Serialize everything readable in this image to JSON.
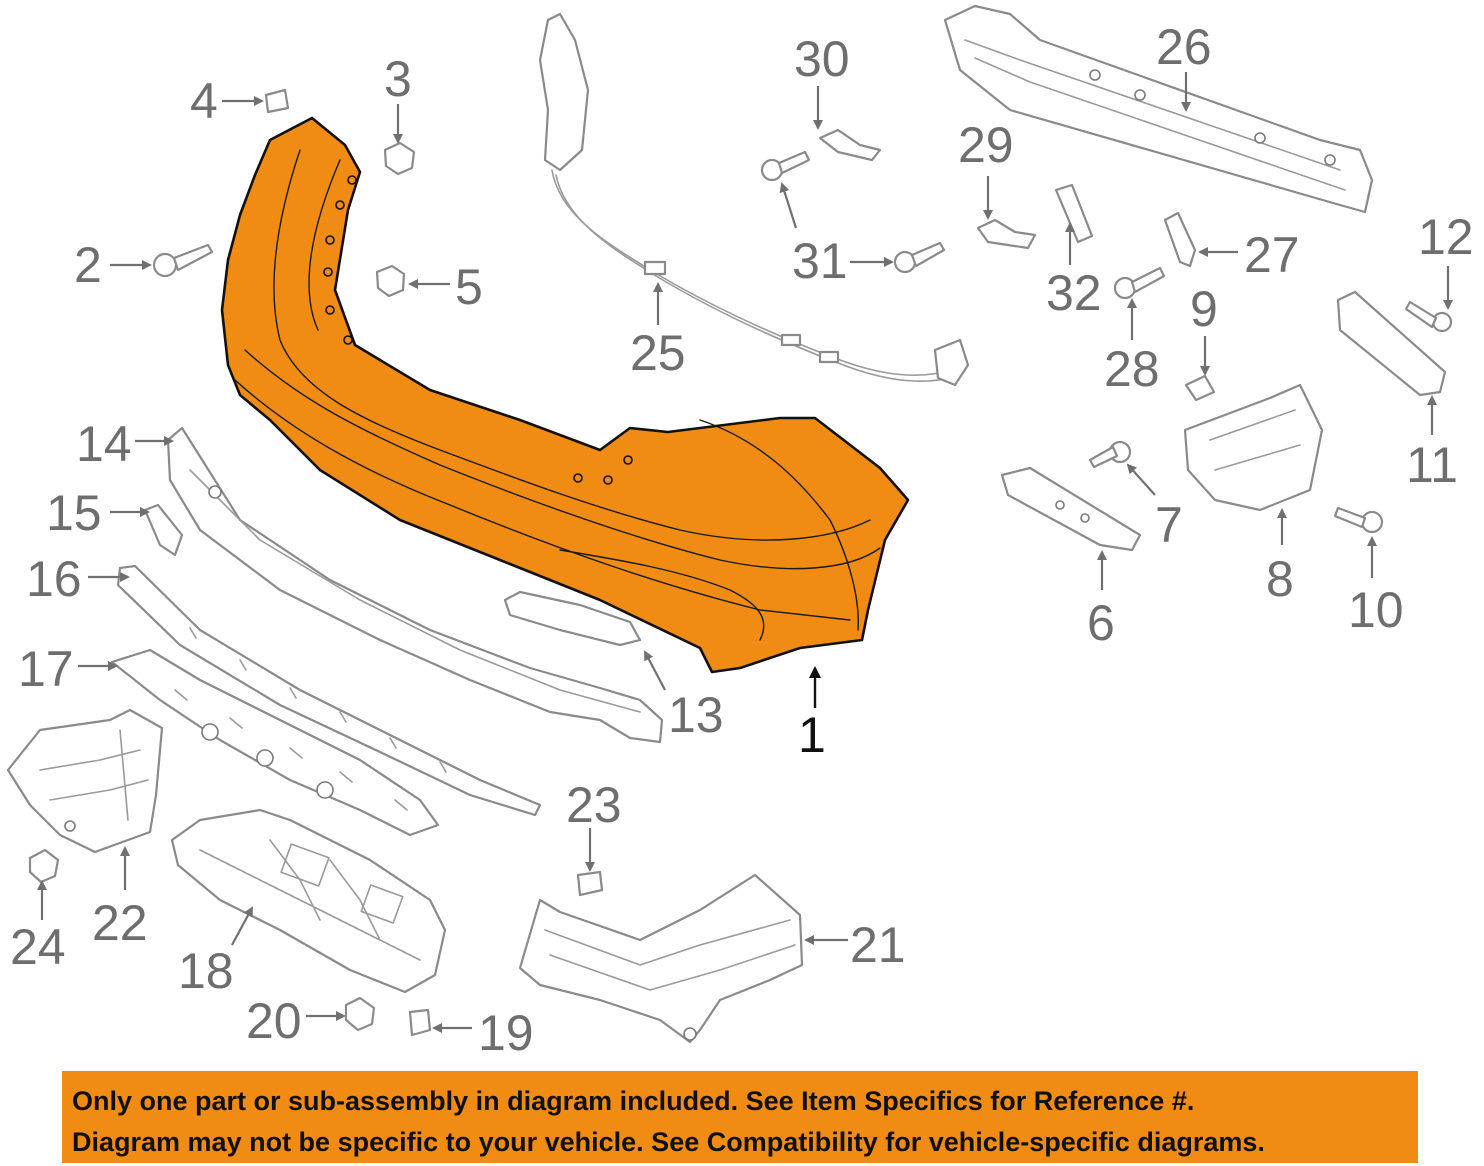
{
  "callouts": {
    "c1": "1",
    "c2": "2",
    "c3": "3",
    "c4": "4",
    "c5": "5",
    "c6": "6",
    "c7": "7",
    "c8": "8",
    "c9": "9",
    "c10": "10",
    "c11": "11",
    "c12": "12",
    "c13": "13",
    "c14": "14",
    "c15": "15",
    "c16": "16",
    "c17": "17",
    "c18": "18",
    "c19": "19",
    "c20": "20",
    "c21": "21",
    "c22": "22",
    "c23": "23",
    "c24": "24",
    "c25": "25",
    "c26": "26",
    "c27": "27",
    "c28": "28",
    "c29": "29",
    "c30": "30",
    "c31": "31",
    "c32": "32"
  },
  "colors": {
    "highlight": "#f08c14",
    "line_art": "#8a8a8a",
    "banner": "#f08c14"
  },
  "disclaimer": {
    "line1": "Only one part or sub-assembly in diagram included. See Item Specifics for Reference #.",
    "line2": "Diagram may not be specific to your vehicle. See Compatibility for vehicle-specific diagrams."
  }
}
